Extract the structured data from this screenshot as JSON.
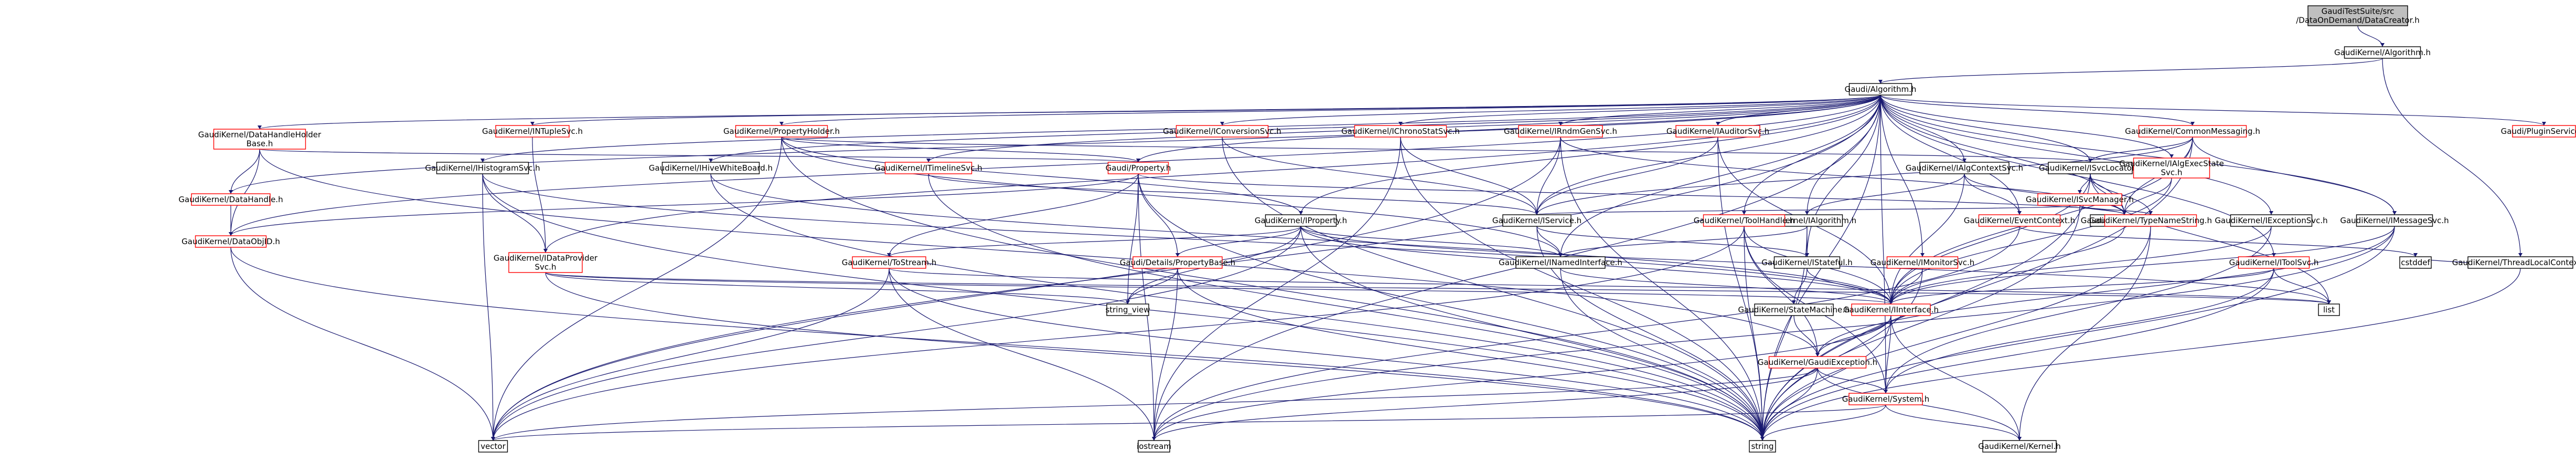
{
  "colors": {
    "root_fill": "#bfbfbf",
    "node_fill": "#ffffff",
    "node_border": "#000000",
    "truncated_border": "#ff0000",
    "edge": "#191970",
    "text": "#000000"
  },
  "nodes": [
    {
      "id": "root",
      "label": [
        "GaudiTestSuite/src",
        "/DataOnDemand/DataCreator.h"
      ],
      "style": "root"
    },
    {
      "id": "galg_top",
      "label": [
        "GaudiKernel/Algorithm.h"
      ],
      "style": "normal"
    },
    {
      "id": "gaudialg",
      "label": [
        "Gaudi/Algorithm.h"
      ],
      "style": "normal"
    },
    {
      "id": "threadlocal",
      "label": [
        "GaudiKernel/ThreadLocalContext.h"
      ],
      "style": "normal"
    },
    {
      "id": "intuple",
      "label": [
        "GaudiKernel/INTupleSvc.h"
      ],
      "style": "truncated"
    },
    {
      "id": "propholder",
      "label": [
        "GaudiKernel/PropertyHolder.h"
      ],
      "style": "truncated"
    },
    {
      "id": "iconv",
      "label": [
        "GaudiKernel/IConversionSvc.h"
      ],
      "style": "truncated"
    },
    {
      "id": "chrono",
      "label": [
        "GaudiKernel/IChronoStatSvc.h"
      ],
      "style": "truncated"
    },
    {
      "id": "rndm",
      "label": [
        "GaudiKernel/IRndmGenSvc.h"
      ],
      "style": "truncated"
    },
    {
      "id": "auditor",
      "label": [
        "GaudiKernel/IAuditorSvc.h"
      ],
      "style": "truncated"
    },
    {
      "id": "common",
      "label": [
        "GaudiKernel/CommonMessaging.h"
      ],
      "style": "truncated"
    },
    {
      "id": "plugin",
      "label": [
        "Gaudi/PluginService.h"
      ],
      "style": "truncated"
    },
    {
      "id": "dhholder",
      "label": [
        "GaudiKernel/DataHandleHolder",
        "Base.h"
      ],
      "style": "truncated"
    },
    {
      "id": "ihisto",
      "label": [
        "GaudiKernel/IHistogramSvc.h"
      ],
      "style": "normal"
    },
    {
      "id": "ihive",
      "label": [
        "GaudiKernel/IHiveWhiteBoard.h"
      ],
      "style": "normal"
    },
    {
      "id": "itimeline",
      "label": [
        "GaudiKernel/ITimelineSvc.h"
      ],
      "style": "truncated"
    },
    {
      "id": "gprop",
      "label": [
        "Gaudi/Property.h"
      ],
      "style": "truncated"
    },
    {
      "id": "isvcloc",
      "label": [
        "GaudiKernel/ISvcLocator.h"
      ],
      "style": "normal"
    },
    {
      "id": "ialgctx",
      "label": [
        "GaudiKernel/IAlgContextSvc.h"
      ],
      "style": "normal"
    },
    {
      "id": "ialgexec",
      "label": [
        "GaudiKernel/IAlgExecState",
        "Svc.h"
      ],
      "style": "truncated"
    },
    {
      "id": "isvcmgr",
      "label": [
        "GaudiKernel/ISvcManager.h"
      ],
      "style": "truncated"
    },
    {
      "id": "datahandle",
      "label": [
        "GaudiKernel/DataHandle.h"
      ],
      "style": "truncated"
    },
    {
      "id": "dataobjid",
      "label": [
        "GaudiKernel/DataObjID.h"
      ],
      "style": "truncated"
    },
    {
      "id": "iproperty",
      "label": [
        "GaudiKernel/IProperty.h"
      ],
      "style": "normal"
    },
    {
      "id": "iservice",
      "label": [
        "GaudiKernel/IService.h"
      ],
      "style": "normal"
    },
    {
      "id": "ialgorithm",
      "label": [
        "GaudiKernel/IAlgorithm.h"
      ],
      "style": "normal"
    },
    {
      "id": "toolhandle",
      "label": [
        "GaudiKernel/ToolHandle.h"
      ],
      "style": "truncated"
    },
    {
      "id": "eventctx",
      "label": [
        "GaudiKernel/EventContext.h"
      ],
      "style": "truncated"
    },
    {
      "id": "smartif",
      "label": [
        "GaudiKernel/SmartIF.h"
      ],
      "style": "normal"
    },
    {
      "id": "typename",
      "label": [
        "GaudiKernel/TypeNameString.h"
      ],
      "style": "truncated"
    },
    {
      "id": "iexception",
      "label": [
        "GaudiKernel/IExceptionSvc.h"
      ],
      "style": "normal"
    },
    {
      "id": "itoolsvc",
      "label": [
        "GaudiKernel/IToolSvc.h"
      ],
      "style": "truncated"
    },
    {
      "id": "imessage",
      "label": [
        "GaudiKernel/IMessageSvc.h"
      ],
      "style": "normal"
    },
    {
      "id": "idataprov",
      "label": [
        "GaudiKernel/IDataProvider",
        "Svc.h"
      ],
      "style": "truncated"
    },
    {
      "id": "tostream",
      "label": [
        "GaudiKernel/ToStream.h"
      ],
      "style": "truncated"
    },
    {
      "id": "details",
      "label": [
        "Gaudi/Details/PropertyBase.h"
      ],
      "style": "truncated"
    },
    {
      "id": "inamed",
      "label": [
        "GaudiKernel/INamedInterface.h"
      ],
      "style": "normal"
    },
    {
      "id": "istateful",
      "label": [
        "GaudiKernel/IStateful.h"
      ],
      "style": "normal"
    },
    {
      "id": "imonitor",
      "label": [
        "GaudiKernel/IMonitorSvc.h"
      ],
      "style": "truncated"
    },
    {
      "id": "cstddef",
      "label": [
        "cstddef"
      ],
      "style": "plain"
    },
    {
      "id": "statemachine",
      "label": [
        "GaudiKernel/StateMachine.h"
      ],
      "style": "normal"
    },
    {
      "id": "iinterface",
      "label": [
        "GaudiKernel/IInterface.h"
      ],
      "style": "truncated"
    },
    {
      "id": "list",
      "label": [
        "list"
      ],
      "style": "plain"
    },
    {
      "id": "string_view",
      "label": [
        "string_view"
      ],
      "style": "plain"
    },
    {
      "id": "gexception",
      "label": [
        "GaudiKernel/GaudiException.h"
      ],
      "style": "truncated"
    },
    {
      "id": "system",
      "label": [
        "GaudiKernel/System.h"
      ],
      "style": "truncated"
    },
    {
      "id": "vector",
      "label": [
        "vector"
      ],
      "style": "plain"
    },
    {
      "id": "iostream",
      "label": [
        "iostream"
      ],
      "style": "plain"
    },
    {
      "id": "string",
      "label": [
        "string"
      ],
      "style": "plain"
    },
    {
      "id": "kernel",
      "label": [
        "GaudiKernel/Kernel.h"
      ],
      "style": "normal"
    }
  ],
  "edges": [
    [
      "root",
      "galg_top"
    ],
    [
      "galg_top",
      "gaudialg"
    ],
    [
      "galg_top",
      "threadlocal"
    ],
    [
      "threadlocal",
      "cstddef"
    ],
    [
      "threadlocal",
      "string"
    ],
    [
      "gaudialg",
      "intuple"
    ],
    [
      "gaudialg",
      "propholder"
    ],
    [
      "gaudialg",
      "iconv"
    ],
    [
      "gaudialg",
      "chrono"
    ],
    [
      "gaudialg",
      "rndm"
    ],
    [
      "gaudialg",
      "auditor"
    ],
    [
      "gaudialg",
      "common"
    ],
    [
      "gaudialg",
      "plugin"
    ],
    [
      "gaudialg",
      "dhholder"
    ],
    [
      "gaudialg",
      "ihisto"
    ],
    [
      "gaudialg",
      "ihive"
    ],
    [
      "gaudialg",
      "itimeline"
    ],
    [
      "gaudialg",
      "gprop"
    ],
    [
      "gaudialg",
      "isvcloc"
    ],
    [
      "gaudialg",
      "ialgctx"
    ],
    [
      "gaudialg",
      "ialgexec"
    ],
    [
      "gaudialg",
      "datahandle"
    ],
    [
      "gaudialg",
      "dataobjid"
    ],
    [
      "gaudialg",
      "iproperty"
    ],
    [
      "gaudialg",
      "iservice"
    ],
    [
      "gaudialg",
      "ialgorithm"
    ],
    [
      "gaudialg",
      "toolhandle"
    ],
    [
      "gaudialg",
      "eventctx"
    ],
    [
      "gaudialg",
      "smartif"
    ],
    [
      "gaudialg",
      "iexception"
    ],
    [
      "gaudialg",
      "itoolsvc"
    ],
    [
      "gaudialg",
      "imessage"
    ],
    [
      "gaudialg",
      "idataprov"
    ],
    [
      "gaudialg",
      "inamed"
    ],
    [
      "gaudialg",
      "istateful"
    ],
    [
      "gaudialg",
      "imonitor"
    ],
    [
      "gaudialg",
      "vector"
    ],
    [
      "gaudialg",
      "string"
    ],
    [
      "gaudialg",
      "iostream"
    ],
    [
      "gaudialg",
      "system"
    ],
    [
      "intuple",
      "idataprov"
    ],
    [
      "propholder",
      "gprop"
    ],
    [
      "propholder",
      "iproperty"
    ],
    [
      "propholder",
      "isvcloc"
    ],
    [
      "propholder",
      "inamed"
    ],
    [
      "propholder",
      "string"
    ],
    [
      "propholder",
      "vector"
    ],
    [
      "iconv",
      "iservice"
    ],
    [
      "iconv",
      "string"
    ],
    [
      "chrono",
      "iservice"
    ],
    [
      "chrono",
      "string"
    ],
    [
      "chrono",
      "iostream"
    ],
    [
      "rndm",
      "iservice"
    ],
    [
      "rndm",
      "smartif"
    ],
    [
      "rndm",
      "string"
    ],
    [
      "rndm",
      "vector"
    ],
    [
      "auditor",
      "iservice"
    ],
    [
      "auditor",
      "iinterface"
    ],
    [
      "auditor",
      "string"
    ],
    [
      "common",
      "isvcloc"
    ],
    [
      "common",
      "imessage"
    ],
    [
      "common",
      "smartif"
    ],
    [
      "common",
      "iservice"
    ],
    [
      "common",
      "iinterface"
    ],
    [
      "common",
      "string"
    ],
    [
      "dhholder",
      "datahandle"
    ],
    [
      "dhholder",
      "dataobjid"
    ],
    [
      "dhholder",
      "gprop"
    ],
    [
      "dhholder",
      "gexception"
    ],
    [
      "ihisto",
      "idataprov"
    ],
    [
      "ihisto",
      "string"
    ],
    [
      "ihisto",
      "vector"
    ],
    [
      "ihisto",
      "iinterface"
    ],
    [
      "ihive",
      "iinterface"
    ],
    [
      "ihive",
      "string"
    ],
    [
      "itimeline",
      "iservice"
    ],
    [
      "itimeline",
      "string"
    ],
    [
      "gprop",
      "details"
    ],
    [
      "gprop",
      "tostream"
    ],
    [
      "gprop",
      "smartif"
    ],
    [
      "gprop",
      "string"
    ],
    [
      "gprop",
      "string_view"
    ],
    [
      "gprop",
      "dataobjid"
    ],
    [
      "gprop",
      "iostream"
    ],
    [
      "isvcloc",
      "isvcmgr"
    ],
    [
      "isvcloc",
      "smartif"
    ],
    [
      "isvcloc",
      "typename"
    ],
    [
      "isvcloc",
      "iinterface"
    ],
    [
      "isvcloc",
      "list"
    ],
    [
      "isvcloc",
      "string"
    ],
    [
      "ialgctx",
      "ialgorithm"
    ],
    [
      "ialgctx",
      "eventctx"
    ],
    [
      "ialgctx",
      "iinterface"
    ],
    [
      "ialgctx",
      "smartif"
    ],
    [
      "ialgexec",
      "smartif"
    ],
    [
      "ialgexec",
      "iinterface"
    ],
    [
      "isvcmgr",
      "smartif"
    ],
    [
      "isvcmgr",
      "typename"
    ],
    [
      "isvcmgr",
      "string"
    ],
    [
      "isvcmgr",
      "iservice"
    ],
    [
      "datahandle",
      "dataobjid"
    ],
    [
      "dataobjid",
      "string"
    ],
    [
      "dataobjid",
      "vector"
    ],
    [
      "iproperty",
      "tostream"
    ],
    [
      "iproperty",
      "details"
    ],
    [
      "iproperty",
      "inamed"
    ],
    [
      "iproperty",
      "iinterface"
    ],
    [
      "iproperty",
      "string"
    ],
    [
      "iproperty",
      "string_view"
    ],
    [
      "iproperty",
      "vector"
    ],
    [
      "iproperty",
      "list"
    ],
    [
      "iservice",
      "inamed"
    ],
    [
      "iservice",
      "istateful"
    ],
    [
      "iservice",
      "string"
    ],
    [
      "ialgorithm",
      "inamed"
    ],
    [
      "ialgorithm",
      "istateful"
    ],
    [
      "ialgorithm",
      "string"
    ],
    [
      "toolhandle",
      "iinterface"
    ],
    [
      "toolhandle",
      "gexception"
    ],
    [
      "toolhandle",
      "string"
    ],
    [
      "toolhandle",
      "vector"
    ],
    [
      "toolhandle",
      "system"
    ],
    [
      "eventctx",
      "cstddef"
    ],
    [
      "eventctx",
      "iostream"
    ],
    [
      "smartif",
      "iinterface"
    ],
    [
      "typename",
      "string"
    ],
    [
      "typename",
      "kernel"
    ],
    [
      "iexception",
      "iinterface"
    ],
    [
      "iexception",
      "system"
    ],
    [
      "itoolsvc",
      "iinterface"
    ],
    [
      "itoolsvc",
      "list"
    ],
    [
      "itoolsvc",
      "string"
    ],
    [
      "itoolsvc",
      "system"
    ],
    [
      "imessage",
      "iinterface"
    ],
    [
      "imessage",
      "gexception"
    ],
    [
      "imessage",
      "string"
    ],
    [
      "imessage",
      "iostream"
    ],
    [
      "idataprov",
      "iinterface"
    ],
    [
      "idataprov",
      "string"
    ],
    [
      "idataprov",
      "string_view"
    ],
    [
      "idataprov",
      "list"
    ],
    [
      "tostream",
      "string"
    ],
    [
      "tostream",
      "iostream"
    ],
    [
      "tostream",
      "vector"
    ],
    [
      "tostream",
      "list"
    ],
    [
      "details",
      "string"
    ],
    [
      "details",
      "iostream"
    ],
    [
      "details",
      "string_view"
    ],
    [
      "inamed",
      "iinterface"
    ],
    [
      "inamed",
      "string"
    ],
    [
      "istateful",
      "statemachine"
    ],
    [
      "istateful",
      "iinterface"
    ],
    [
      "imonitor",
      "iinterface"
    ],
    [
      "imonitor",
      "string"
    ],
    [
      "statemachine",
      "gexception"
    ],
    [
      "iinterface",
      "system"
    ],
    [
      "iinterface",
      "gexception"
    ],
    [
      "iinterface",
      "kernel"
    ],
    [
      "iinterface",
      "string"
    ],
    [
      "iinterface",
      "iostream"
    ],
    [
      "gexception",
      "system"
    ],
    [
      "gexception",
      "kernel"
    ],
    [
      "gexception",
      "string"
    ],
    [
      "gexception",
      "iostream"
    ],
    [
      "gexception",
      "vector"
    ],
    [
      "system",
      "kernel"
    ],
    [
      "system",
      "string"
    ],
    [
      "system",
      "vector"
    ]
  ]
}
